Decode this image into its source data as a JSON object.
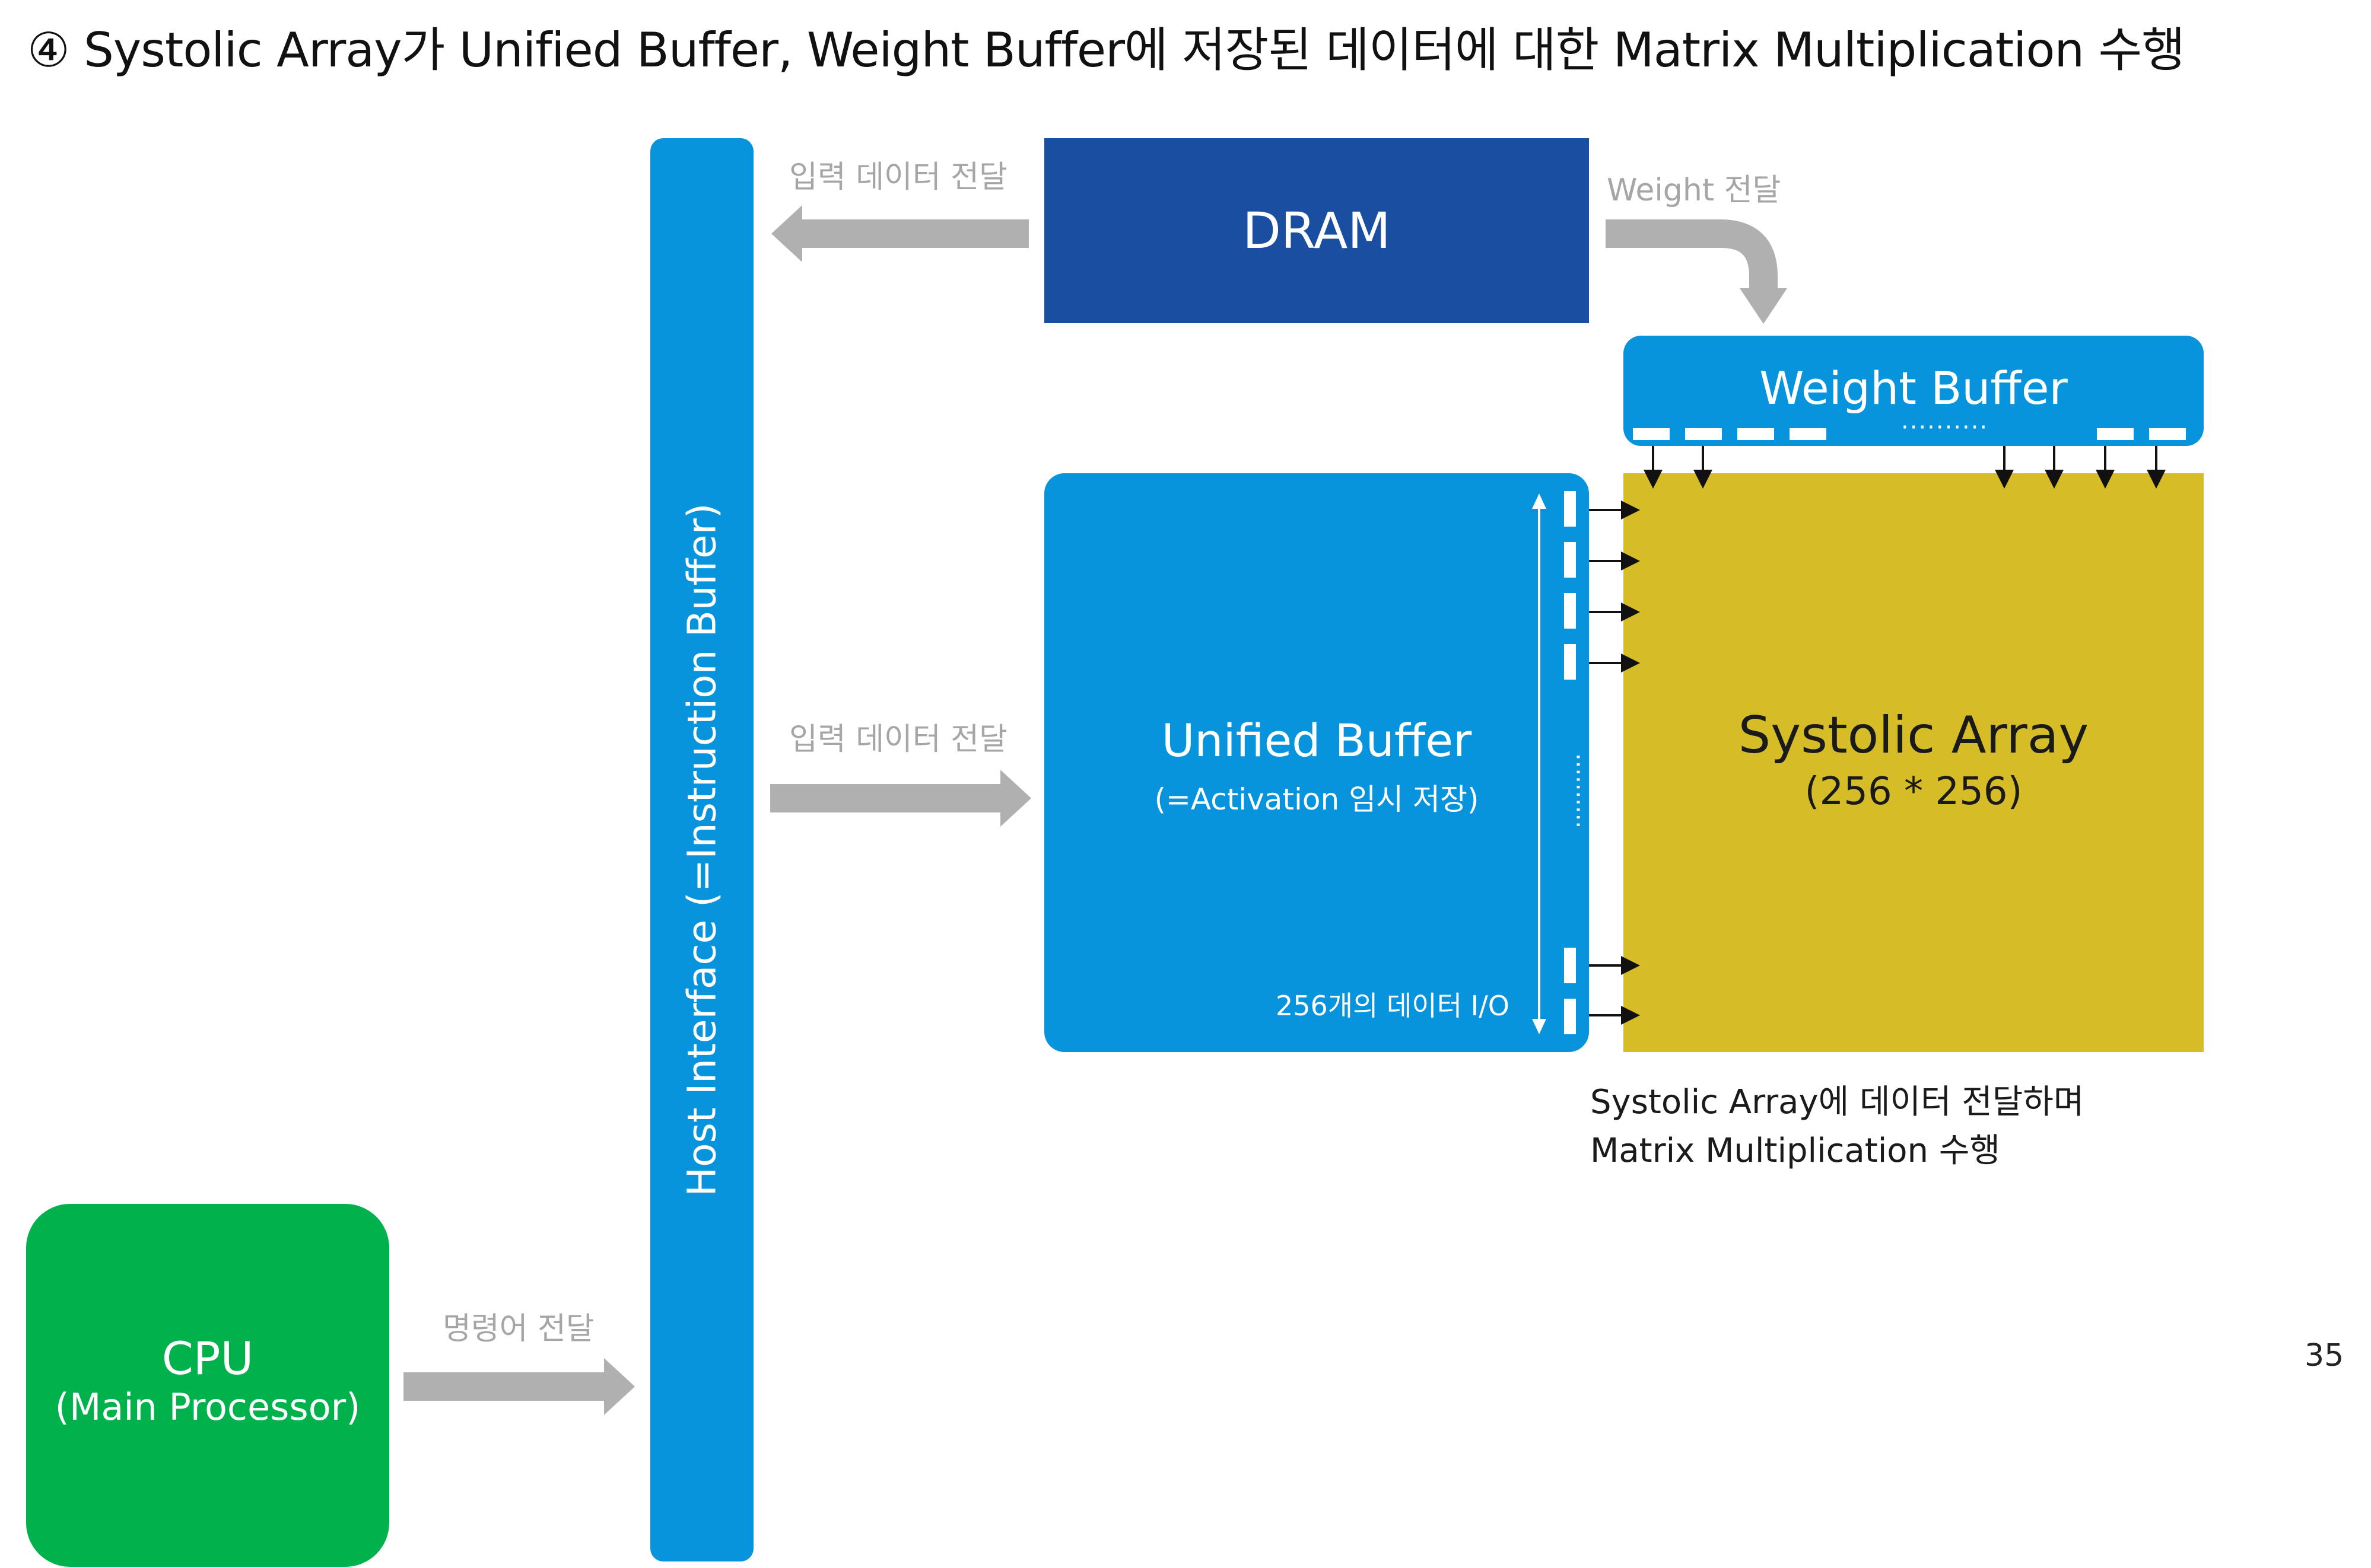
{
  "title": "④ Systolic Array가 Unified Buffer, Weight Buffer에 저장된 데이터에 대한 Matrix Multiplication 수행",
  "dram": {
    "label": "DRAM"
  },
  "host_interface": {
    "label": "Host Interface (=Instruction Buffer)"
  },
  "weight_buffer": {
    "label": "Weight Buffer"
  },
  "unified_buffer": {
    "label": "Unified Buffer",
    "sublabel": "(=Activation 임시 저장)",
    "io_label": "256개의 데이터 I/O"
  },
  "systolic_array": {
    "label": "Systolic Array",
    "sublabel": "(256 * 256)"
  },
  "cpu": {
    "label": "CPU",
    "sublabel": "(Main Processor)"
  },
  "arrows": {
    "dram_to_host": "입력 데이터 전달",
    "host_to_unified": "입력 데이터 전달",
    "dram_to_weight": "Weight 전달",
    "cpu_to_host": "명령어 전달"
  },
  "caption": {
    "line1": "Systolic Array에 데이터 전달하며",
    "line2": "Matrix Multiplication 수행"
  },
  "page_number": "35",
  "colors": {
    "dram": "#1a4ea0",
    "buffer_blue": "#0893dd",
    "systolic": "#d6bd28",
    "cpu": "#00b14c",
    "arrow_gray": "#b0b0b0",
    "label_gray": "#a6a6a6"
  }
}
